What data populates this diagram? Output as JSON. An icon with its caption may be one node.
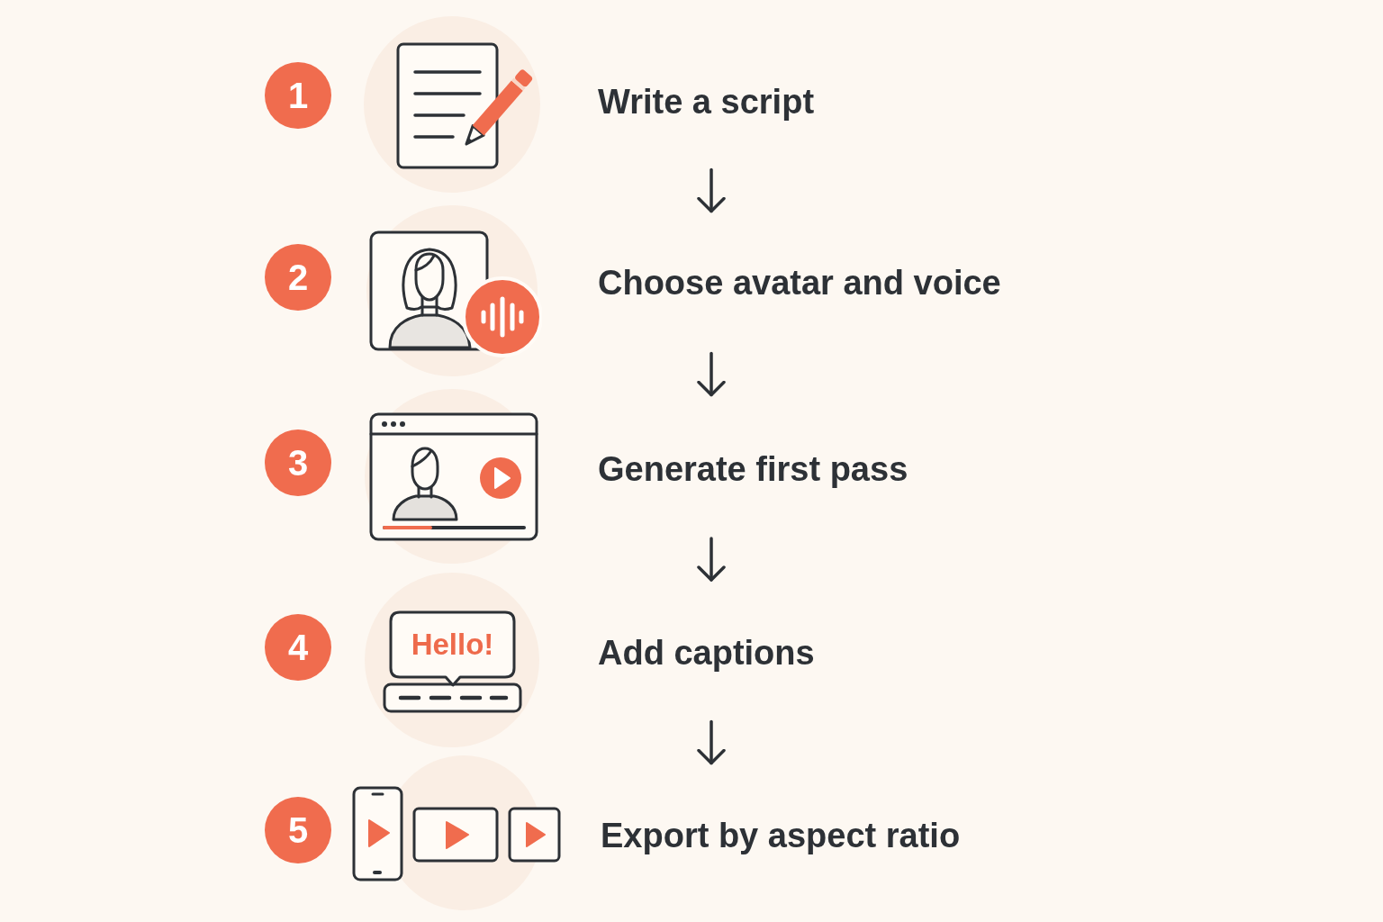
{
  "diagram": {
    "nodes": [
      {
        "text": [
          "1"
        ]
      },
      {
        "text": [
          "Write a script"
        ]
      },
      {
        "text": [
          "2"
        ]
      },
      {
        "text": [
          "Choose avatar and voice"
        ]
      },
      {
        "text": [
          "3"
        ]
      },
      {
        "text": [
          "Generate first pass"
        ]
      },
      {
        "text": [
          "4"
        ]
      },
      {
        "text": [
          "Add captions"
        ]
      },
      {
        "text": [
          "5"
        ]
      },
      {
        "text": [
          "Export by aspect ratio"
        ]
      }
    ],
    "edges": [
      {
        "from": 1,
        "to": 3,
        "arrow": "to"
      },
      {
        "from": 3,
        "to": 5,
        "arrow": "to"
      },
      {
        "from": 5,
        "to": 7,
        "arrow": "to"
      },
      {
        "from": 7,
        "to": 9,
        "arrow": "to"
      }
    ],
    "labels": [
      "Hello!"
    ]
  }
}
